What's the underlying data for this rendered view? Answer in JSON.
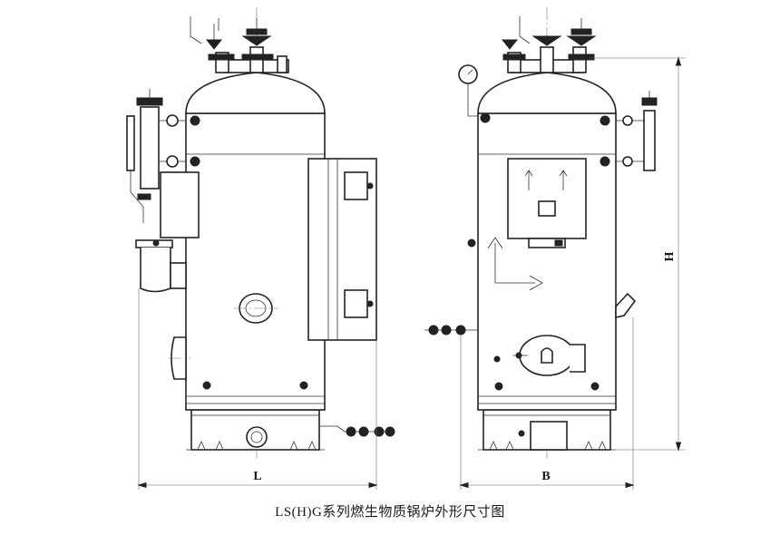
{
  "dimensions": {
    "length_label": "L",
    "width_label": "B",
    "height_label": "H"
  },
  "caption": "LS(H)G系列燃生物质锅炉外形尺寸图"
}
